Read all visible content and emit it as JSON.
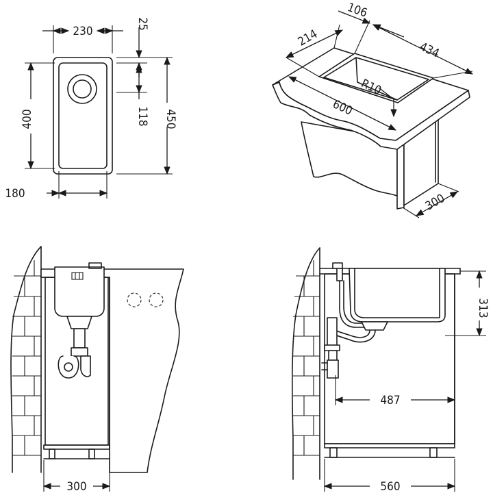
{
  "diagram": {
    "top_view": {
      "width_outer": "230",
      "width_inner": "180",
      "height_inner": "400",
      "height_outer": "450",
      "drain_offset_top": "25",
      "drain_offset": "118"
    },
    "iso_view": {
      "d1": "106",
      "d2": "214",
      "d3": "434",
      "radius": "R10",
      "length": "600",
      "cabinet_depth": "300"
    },
    "front_view": {
      "cabinet_width": "300"
    },
    "side_view": {
      "bowl_depth": "313",
      "drain_distance": "487",
      "cabinet_depth": "560"
    }
  }
}
